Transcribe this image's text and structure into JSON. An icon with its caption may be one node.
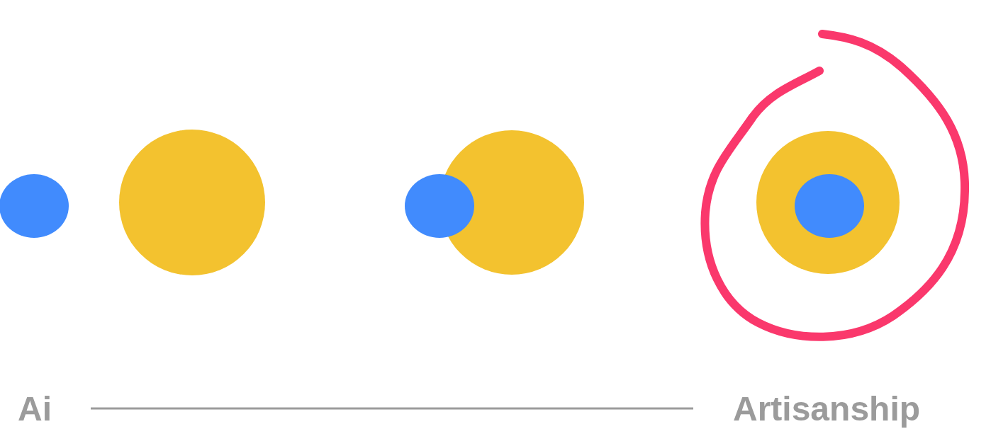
{
  "diagram": {
    "nodes": [
      {
        "text": [],
        "shape": "circle"
      },
      {
        "text": [],
        "shape": "circle"
      },
      {
        "text": [],
        "shape": "circle"
      },
      {
        "text": [],
        "shape": "circle"
      },
      {
        "text": [],
        "shape": "circle"
      },
      {
        "text": [],
        "shape": "circle",
        "in": 4
      }
    ],
    "labels": [
      "Ai",
      "Artisanship"
    ]
  }
}
